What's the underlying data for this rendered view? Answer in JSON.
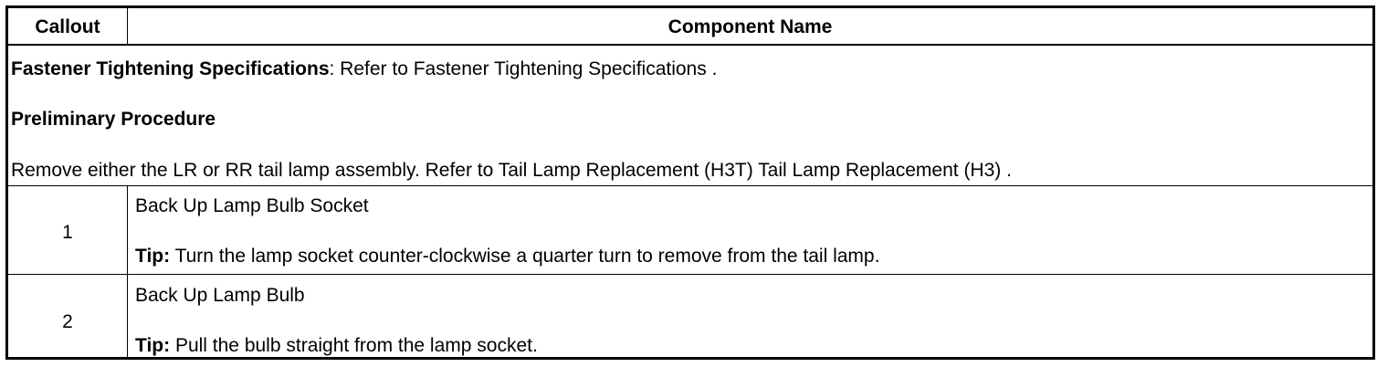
{
  "header": {
    "callout": "Callout",
    "component_name": "Component Name"
  },
  "intro": {
    "fastener_label": "Fastener Tightening Specifications",
    "fastener_text": ": Refer to Fastener Tightening Specifications .",
    "preliminary_title": "Preliminary Procedure",
    "preliminary_text": "Remove either the LR or RR tail lamp assembly. Refer to Tail Lamp Replacement (H3T) Tail Lamp Replacement (H3) ."
  },
  "steps": [
    {
      "callout": "1",
      "name": "Back Up Lamp Bulb Socket",
      "tip_label": "Tip:",
      "tip_text": " Turn the lamp socket counter-clockwise a quarter turn to remove from the tail lamp."
    },
    {
      "callout": "2",
      "name": "Back Up Lamp Bulb",
      "tip_label": "Tip:",
      "tip_text": " Pull the bulb straight from the lamp socket."
    }
  ]
}
